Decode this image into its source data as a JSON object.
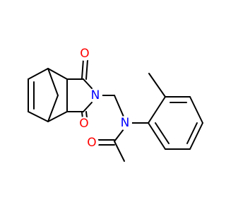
{
  "molecule": {
    "atoms": {
      "o_top": {
        "label": "O",
        "color": "#ff0000"
      },
      "o_bottom": {
        "label": "O",
        "color": "#ff0000"
      },
      "o_acetyl": {
        "label": "O",
        "color": "#ff0000"
      },
      "n_imide": {
        "label": "N",
        "color": "#0000ff"
      },
      "n_amide": {
        "label": "N",
        "color": "#0000ff"
      }
    },
    "bond_color": "#000000"
  }
}
